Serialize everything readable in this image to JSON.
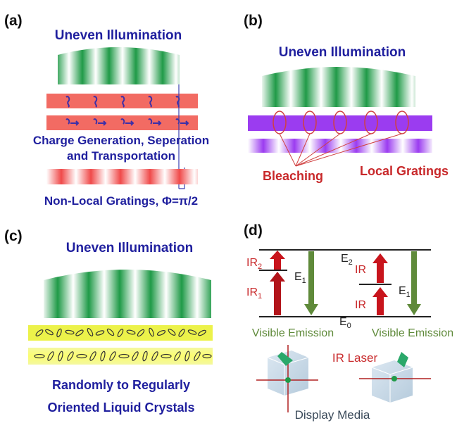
{
  "panels": {
    "a": {
      "label": "(a)",
      "title": "Uneven Illumination",
      "charge_line1": "Charge Generation, Seperation",
      "charge_line2": "and Transportation",
      "grating_text": "Non-Local Gratings, Φ=π/2"
    },
    "b": {
      "label": "(b)",
      "title": "Uneven Illumination",
      "bleaching": "Bleaching",
      "local_gratings": "Local Gratings"
    },
    "c": {
      "label": "(c)",
      "title": "Uneven Illumination",
      "caption_line1": "Randomly to Regularly",
      "caption_line2": "Oriented Liquid Crystals"
    },
    "d": {
      "label": "(d)",
      "levels": {
        "e2": "E",
        "e2_sub": "2",
        "e1": "E",
        "e1_sub": "1",
        "e0": "E",
        "e0_sub": "0"
      },
      "left_scheme": {
        "ir_top": "IR",
        "ir_top_sub": "2",
        "ir_bottom": "IR",
        "ir_bottom_sub": "1"
      },
      "right_scheme": {
        "ir_top": "IR",
        "ir_bottom": "IR"
      },
      "visible_emission": "Visible Emission",
      "ir_laser": "IR Laser",
      "display_media": "Display Media"
    }
  },
  "colors": {
    "navy_text": "#1f1f9e",
    "red_text": "#c8282a",
    "green_text": "#5f8a3a",
    "dark_text": "#3a4a5a",
    "salmon_band": "#f26b63",
    "purple_band": "#9b3cf0",
    "yellow_band": "#ecf24a",
    "green_stripe": "#1f9a47",
    "arrow_red": "#c8141c",
    "arrow_green": "#5f8a3a",
    "cube": "#b9cfe0",
    "laser_line": "#b02020"
  }
}
